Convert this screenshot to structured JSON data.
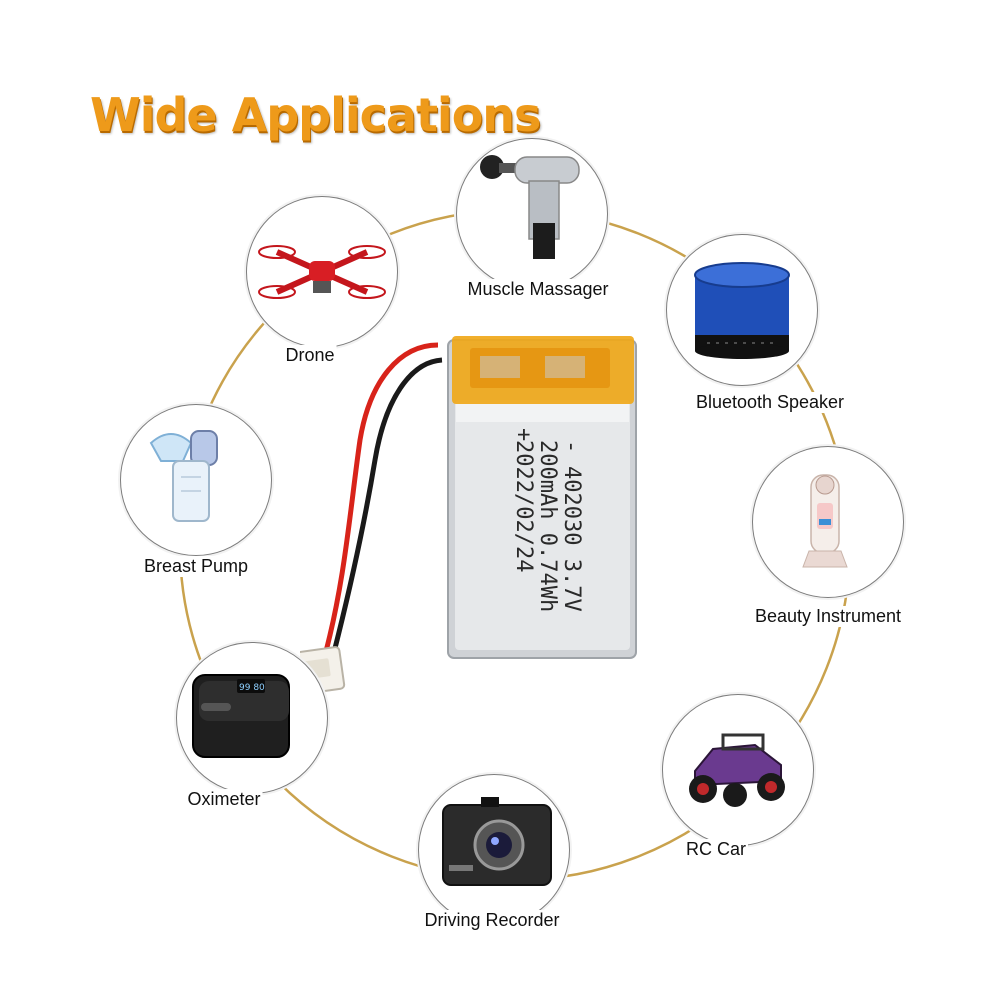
{
  "heading": "Wide Applications",
  "colors": {
    "heading": "#ee9a1a",
    "ring": "#c9a24d",
    "tape": "#f0a81a"
  },
  "applications": [
    {
      "label": "Muscle Massager",
      "icon": "massage-gun-icon"
    },
    {
      "label": "Bluetooth Speaker",
      "icon": "speaker-icon"
    },
    {
      "label": "Beauty Instrument",
      "icon": "beauty-device-icon"
    },
    {
      "label": "RC Car",
      "icon": "rc-car-icon"
    },
    {
      "label": "Driving Recorder",
      "icon": "dashcam-icon"
    },
    {
      "label": "Oximeter",
      "icon": "oximeter-icon"
    },
    {
      "label": "Breast Pump",
      "icon": "breast-pump-icon"
    },
    {
      "label": "Drone",
      "icon": "drone-icon"
    }
  ],
  "battery": {
    "model_line": "402030 3.7V",
    "capacity_line": "200mAh 0.74Wh",
    "date_line": "2022/02/24",
    "minus": "-",
    "plus": "+"
  },
  "oximeter_reading": "99 80"
}
